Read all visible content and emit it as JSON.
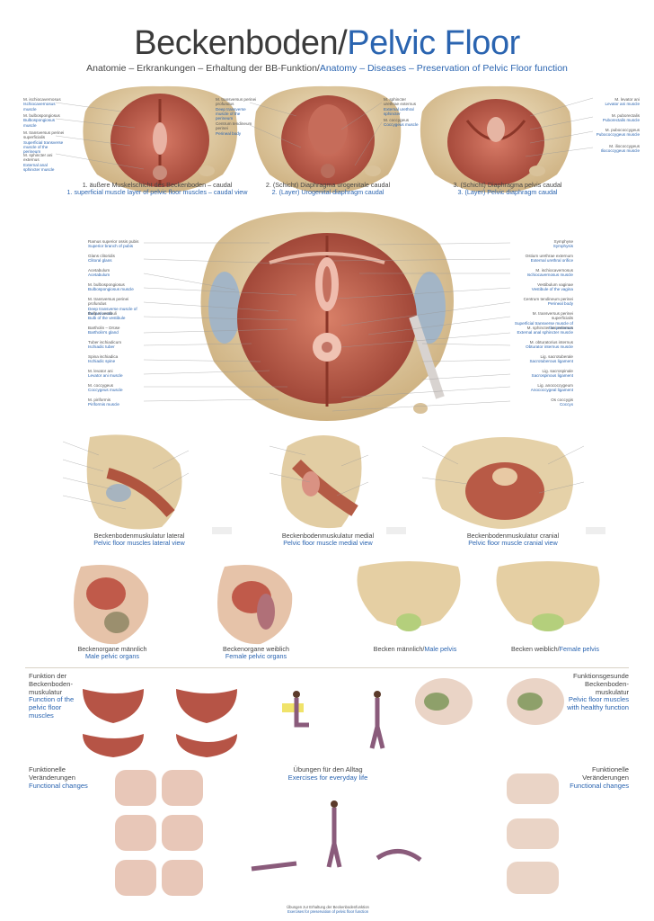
{
  "title": {
    "de": "Beckenboden/",
    "en": "Pelvic Floor"
  },
  "subtitle": {
    "de": "Anatomie – Erkrankungen – Erhaltung der BB-Funktion/",
    "en": "Anatomy – Diseases – Preservation of Pelvic Floor function"
  },
  "top": {
    "p1": {
      "de": "1. äußere Muskelschicht des Beckenboden – caudal",
      "en": "1. superficial muscle layer of pelvic floor muscles – caudal view"
    },
    "p2": {
      "de": "2. (Schicht) Diaphragma urogenitale caudal",
      "en": "2. (Layer) Urogenital diaphragm caudal"
    },
    "p3": {
      "de": "3. (Schicht) Diaphragma pelvis caudal",
      "en": "3. (Layer) Pelvic diaphragm caudal"
    },
    "p1_labels": [
      {
        "de": "M. ischiocavernosus",
        "en": "Ischiocavernosus muscle"
      },
      {
        "de": "M. bulbospongiosus",
        "en": "Bulbospongiosus muscle"
      },
      {
        "de": "M. transversus perinei superficialis",
        "en": "Superficial transverse muscle of the perineum"
      },
      {
        "de": "M. sphincter ani externus",
        "en": "External anal sphincter muscle"
      }
    ],
    "p2_labels_left": [
      {
        "de": "M. transversus perinei profundus",
        "en": "Deep transverse muscle of the perineum"
      },
      {
        "de": "Centrum tendineum perinei",
        "en": "Perineal body"
      }
    ],
    "p2_labels_right": [
      {
        "de": "M. sphincter urethrae externus",
        "en": "External urethral sphincter"
      },
      {
        "de": "M. coccygeus",
        "en": "Coccygeus muscle"
      }
    ],
    "p3_labels": [
      {
        "de": "M. levator ani",
        "en": "Levator ani muscle"
      },
      {
        "de": "M. puborectalis",
        "en": "Puborectalis muscle"
      },
      {
        "de": "M. pubococcygeus",
        "en": "Pubococcygeus muscle"
      },
      {
        "de": "M. iliococcygeus",
        "en": "Iliococcygeus muscle"
      }
    ]
  },
  "center": {
    "left": [
      {
        "de": "Ramus superior ossis pubis",
        "en": "Superior branch of pubis"
      },
      {
        "de": "Glans clitoridis",
        "en": "Clitoral glans"
      },
      {
        "de": "Acetabulum",
        "en": "Acetabulum"
      },
      {
        "de": "M. bulbospongiosus",
        "en": "Bulbospongiosus muscle"
      },
      {
        "de": "M. transversus perinei profundus",
        "en": "Deep transverse muscle of the perineum"
      },
      {
        "de": "Bulbus vestibuli",
        "en": "Bulb of the vestibule"
      },
      {
        "de": "Bartholin – Drüse",
        "en": "Bartholin's gland"
      },
      {
        "de": "Tuber ischiadicum",
        "en": "Ischiadic tuber"
      },
      {
        "de": "Spina ischiadica",
        "en": "Ischiadic spine"
      },
      {
        "de": "M. levator ani",
        "en": "Levator ani muscle"
      },
      {
        "de": "M. coccygeus",
        "en": "Coccygeus muscle"
      },
      {
        "de": "M. piriformis",
        "en": "Piriformis muscle"
      }
    ],
    "right": [
      {
        "de": "Symphyse",
        "en": "Symphysis"
      },
      {
        "de": "Ostium urethrae externum",
        "en": "External urethral orifice"
      },
      {
        "de": "M. ischiocavernosus",
        "en": "Ischiocavernosus muscle"
      },
      {
        "de": "Vestibulum vaginae",
        "en": "Vestibule of the vagina"
      },
      {
        "de": "Centrum tendineum perinei",
        "en": "Perineal body"
      },
      {
        "de": "M. transversus perinei superficialis",
        "en": "Superficial transverse muscle of the perineum"
      },
      {
        "de": "M. sphincter ani externus",
        "en": "External anal sphincter muscle"
      },
      {
        "de": "M. obturatorius internus",
        "en": "Obturator internus muscle"
      },
      {
        "de": "Lig. sacrotuberale",
        "en": "Sacrotuberous ligament"
      },
      {
        "de": "Lig. sacrospinale",
        "en": "Sacrospinous ligament"
      },
      {
        "de": "Lig. anococcygeum",
        "en": "Anococcygeal ligament"
      },
      {
        "de": "Os coccygis",
        "en": "Coccyx"
      }
    ]
  },
  "mid": {
    "lateral": {
      "de": "Beckenbodenmuskulatur lateral",
      "en": "Pelvic floor muscles lateral view"
    },
    "medial": {
      "de": "Beckenbodenmuskulatur medial",
      "en": "Pelvic floor muscle medial view"
    },
    "cranial": {
      "de": "Beckenbodenmuskulatur cranial",
      "en": "Pelvic floor muscle cranial view"
    }
  },
  "organs": {
    "male": {
      "de": "Beckenorgane männlich",
      "en": "Male pelvic organs"
    },
    "female": {
      "de": "Beckenorgane weiblich",
      "en": "Female pelvic organs"
    },
    "pelvis_male": {
      "de": "Becken männlich/",
      "en": "Male pelvis"
    },
    "pelvis_female": {
      "de": "Becken weiblich/",
      "en": "Female pelvis"
    }
  },
  "function": {
    "left": {
      "de": "Funktion der Beckenboden-muskulatur",
      "en": "Function of the pelvic floor muscles"
    },
    "right": {
      "de": "Funktionsgesunde Beckenboden-muskulatur",
      "en": "Pelvic floor muscles with healthy function"
    }
  },
  "bottom": {
    "left": {
      "de": "Funktionelle Veränderungen",
      "en": "Functional changes"
    },
    "center": {
      "de": "Übungen für den Alltag",
      "en": "Exercises for everyday life"
    },
    "right": {
      "de": "Funktionelle Veränderungen",
      "en": "Functional changes"
    },
    "footer": {
      "de": "Übungen zur Erhaltung der Beckenbodenfunktion",
      "en": "Exercises for preservation of pelvic floor function"
    }
  },
  "colors": {
    "blue": "#2a64b0",
    "muscle": "#b8574a",
    "bone": "#e3cfa6"
  }
}
